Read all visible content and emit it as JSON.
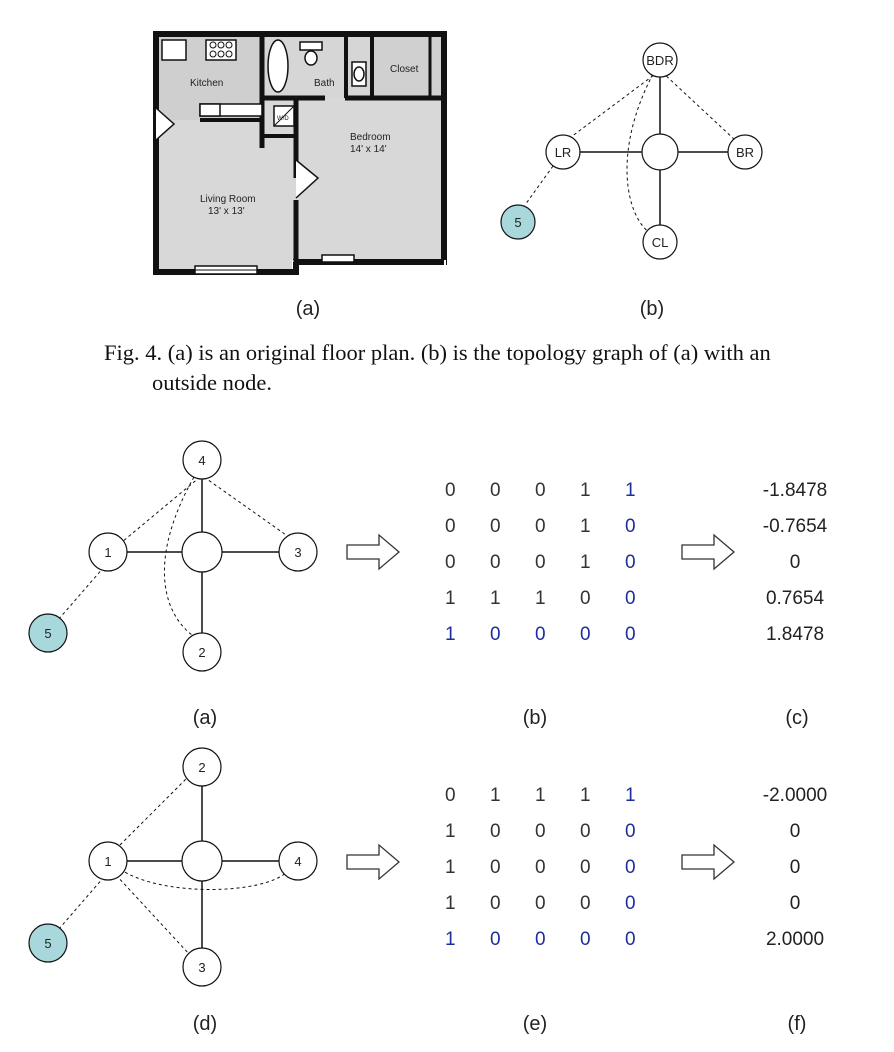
{
  "figure4": {
    "floorplan": {
      "rooms": {
        "kitchen": "Kitchen",
        "bath": "Bath",
        "closet": "Closet",
        "bedroom": "Bedroom",
        "bedroom_size": "14' x 14'",
        "living_room": "Living Room",
        "living_size": "13' x 13'",
        "wd": "W/D"
      }
    },
    "graph_nodes": {
      "bdr": "BDR",
      "lr": "LR",
      "br": "BR",
      "cl": "CL",
      "outside": "5"
    },
    "label_a": "(a)",
    "label_b": "(b)",
    "caption_line1": "Fig. 4.  (a) is an original floor plan. (b) is the topology graph of (a) with an",
    "caption_line2": "outside node."
  },
  "figure5": {
    "graph_a_nodes": [
      "1",
      "2",
      "3",
      "4",
      "5"
    ],
    "graph_d_nodes": [
      "1",
      "2",
      "3",
      "4",
      "5"
    ],
    "matrix_b": [
      [
        "0",
        "0",
        "0",
        "1",
        "1"
      ],
      [
        "0",
        "0",
        "0",
        "1",
        "0"
      ],
      [
        "0",
        "0",
        "0",
        "1",
        "0"
      ],
      [
        "1",
        "1",
        "1",
        "0",
        "0"
      ],
      [
        "1",
        "0",
        "0",
        "0",
        "0"
      ]
    ],
    "eigen_c": [
      "-1.8478",
      "-0.7654",
      "0",
      "0.7654",
      "1.8478"
    ],
    "matrix_e": [
      [
        "0",
        "1",
        "1",
        "1",
        "1"
      ],
      [
        "1",
        "0",
        "0",
        "0",
        "0"
      ],
      [
        "1",
        "0",
        "0",
        "0",
        "0"
      ],
      [
        "1",
        "0",
        "0",
        "0",
        "0"
      ],
      [
        "1",
        "0",
        "0",
        "0",
        "0"
      ]
    ],
    "eigen_f": [
      "-2.0000",
      "0",
      "0",
      "0",
      "2.0000"
    ],
    "labels": {
      "a": "(a)",
      "b": "(b)",
      "c": "(c)",
      "d": "(d)",
      "e": "(e)",
      "f": "(f)"
    }
  },
  "colors": {
    "outside_node": "#a9d8dc",
    "matrix_highlight": "#1e2d9c"
  },
  "icons": [
    "right-arrow-icon"
  ]
}
